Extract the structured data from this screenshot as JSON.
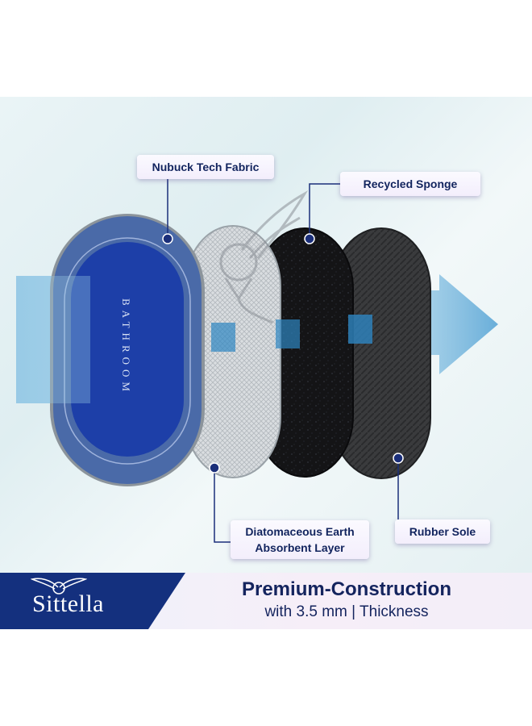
{
  "mat_text": "BATHROOM",
  "callouts": {
    "nubuck": "Nubuck Tech Fabric",
    "sponge": "Recycled Sponge",
    "earth_line1": "Diatomaceous Earth",
    "earth_line2": "Absorbent Layer",
    "rubber": "Rubber Sole"
  },
  "footer": {
    "brand": "Sittella",
    "headline": "Premium-Construction",
    "subline": "with 3.5 mm | Thickness"
  },
  "colors": {
    "navy": "#14307e",
    "dot": "#1b2f7a",
    "arrow": "#6aaed6"
  }
}
